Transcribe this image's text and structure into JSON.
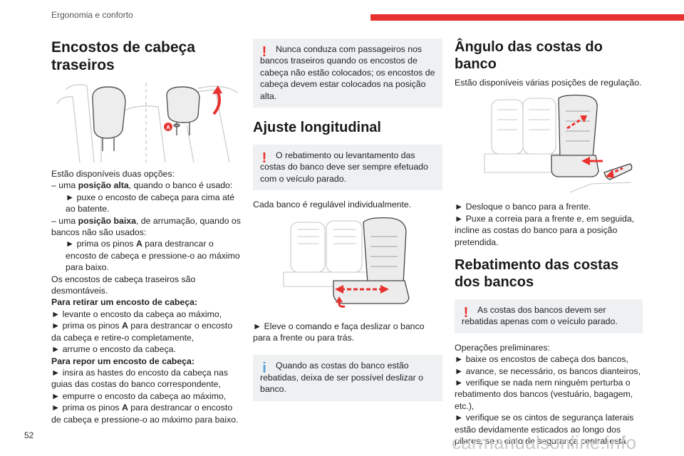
{
  "header": {
    "section_title": "Ergonomia e conforto",
    "accent_color": "#e8322f"
  },
  "page_number": "52",
  "watermark": "carmanualsonline.info",
  "col1": {
    "heading": "Encostos de cabeça traseiros",
    "figure_marker": "A",
    "intro": "Estão disponíveis duas opções:",
    "opt1_prefix": "– uma ",
    "opt1_bold": "posição alta",
    "opt1_rest": ", quando o banco é usado:",
    "opt1_step": "► puxe o encosto de cabeça para cima até ao batente.",
    "opt2_prefix": "– uma ",
    "opt2_bold": "posição baixa",
    "opt2_rest": ", de arrumação, quando os bancos não são usados:",
    "opt2_step_a": "► prima os pinos ",
    "opt2_step_b": "A",
    "opt2_step_c": " para destrancar o encosto de cabeça e pressione-o ao máximo para baixo.",
    "removable": "Os encostos de cabeça traseiros são desmontáveis.",
    "remove_title": "Para retirar um encosto de cabeça:",
    "remove_1": "► levante o encosto da cabeça ao máximo,",
    "remove_2a": "► prima os pinos ",
    "remove_2b": "A",
    "remove_2c": " para destrancar o encosto da cabeça e retire-o completamente,",
    "remove_3": "► arrume o encosto da cabeça.",
    "refit_title": "Para repor um encosto de cabeça:",
    "refit_1": "► insira as hastes do encosto da cabeça nas guias das costas do banco correspondente,",
    "refit_2": "► empurre o encosto da cabeça ao máximo,",
    "refit_3a": "► prima os pinos ",
    "refit_3b": "A",
    "refit_3c": " para destrancar o encosto de cabeça e pressione-o ao máximo para baixo."
  },
  "col2": {
    "warning_1": "Nunca conduza com passageiros nos bancos traseiros quando os encostos de cabeça não estão colocados; os encostos de cabeça devem estar colocados na posição alta.",
    "heading": "Ajuste longitudinal",
    "warning_2": "O rebatimento ou levantamento das costas do banco deve ser sempre efetuado com o veículo parado.",
    "intro": "Cada banco é regulável individualmente.",
    "step": "► Eleve o comando e faça deslizar o banco para a frente ou para trás.",
    "info": "Quando as costas do banco estão rebatidas, deixa de ser possível deslizar o banco."
  },
  "col3": {
    "heading_1": "Ângulo das costas do banco",
    "intro_1": "Estão disponíveis várias posições de regulação.",
    "step_1": "► Desloque o banco para a frente.",
    "step_2": "► Puxe a correia para a frente e, em seguida, incline as costas do banco para a posição pretendida.",
    "heading_2": "Rebatimento das costas dos bancos",
    "warning": "As costas dos bancos devem ser rebatidas apenas com o veículo parado.",
    "prelim_title": "Operações preliminares:",
    "prelim_1": "► baixe os encostos de cabeça dos bancos,",
    "prelim_2": "► avance, se necessário, os bancos dianteiros,",
    "prelim_3": "► verifique se nada nem ninguém perturba o rebatimento dos bancos (vestuário, bagagem, etc.),",
    "prelim_4": "► verifique se os cintos de segurança laterais estão devidamente esticados ao longo dos pilares, se o cinto de segurança central está"
  },
  "notes": {
    "warning_symbol": "!",
    "info_symbol": "i",
    "warning_color": "#e8322f",
    "info_color": "#5aa1d4"
  }
}
